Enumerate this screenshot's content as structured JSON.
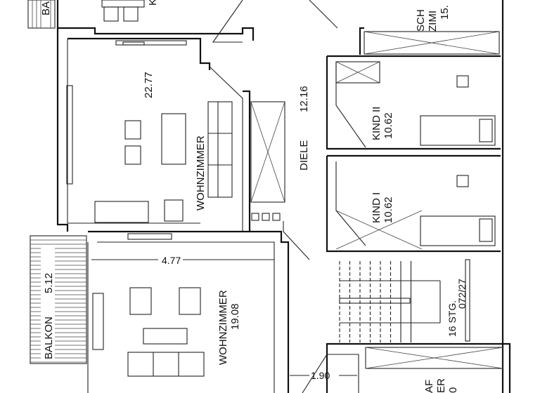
{
  "plan": {
    "rooms": {
      "balcony_top": "BA",
      "kitchen_top": "K",
      "bedroom_top_name": "SCH",
      "bedroom_top_name2": "ZIMI",
      "bedroom_top_area": "15.",
      "living1_name": "WOHNZIMMER",
      "living1_area": "22.77",
      "hall_name": "DIELE",
      "hall_area": "12.16",
      "child2_name": "KIND II",
      "child2_area": "10.62",
      "child1_name": "KIND I",
      "child1_area": "10.62",
      "living2_name": "WOHNZIMMER",
      "living2_area": "19.08",
      "balcony_left": "BALKON",
      "balcony_left_area": "5.12",
      "stairs_count": "16 STG.",
      "stairs_spec": "072/27",
      "bedroom_bottom_name": "AF",
      "bedroom_bottom_name2": "ER",
      "bedroom_bottom_area": "0",
      "bottom_partial": "E"
    },
    "dimensions": {
      "living2_width": "4.77",
      "hall_width": "1.90"
    }
  }
}
